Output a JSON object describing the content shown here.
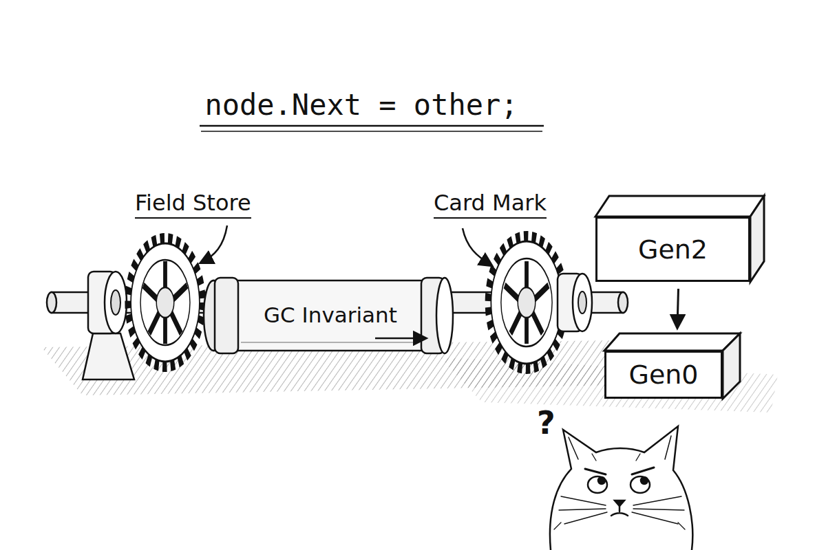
{
  "diagram": {
    "title": "node.Next = other;",
    "nodes": [
      {
        "text": [
          "Gen2"
        ]
      },
      {
        "text": [
          "GC Invariant"
        ]
      },
      {
        "text": [
          "Gen0"
        ]
      }
    ],
    "edges": [
      {
        "from": 0,
        "to": 2,
        "arrow": "to"
      }
    ],
    "labels": [
      "Field Store",
      "Card Mark",
      "?"
    ]
  }
}
